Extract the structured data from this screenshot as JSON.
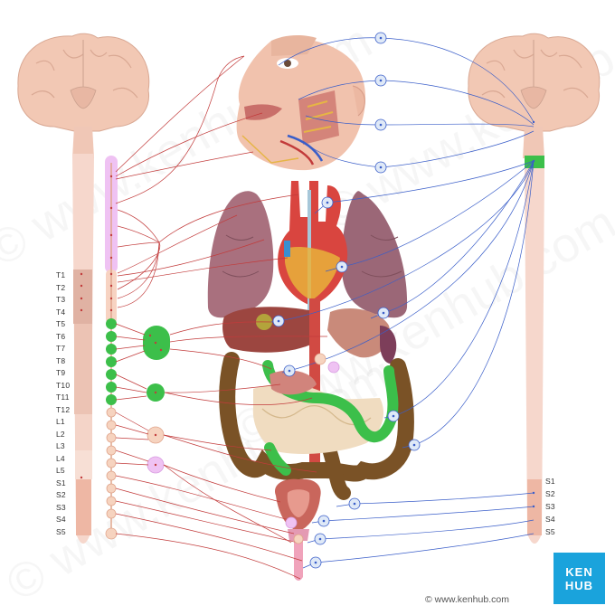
{
  "watermark": "© www.kenhub.com",
  "left_labels": [
    "T1",
    "T2",
    "T3",
    "T4",
    "T5",
    "T6",
    "T7",
    "T8",
    "T9",
    "T10",
    "T11",
    "T12",
    "L1",
    "L2",
    "L3",
    "L4",
    "L5",
    "S1",
    "S2",
    "S3",
    "S4",
    "S5"
  ],
  "right_labels": [
    "S1",
    "S2",
    "S3",
    "S4",
    "S5"
  ],
  "credit": "www.kenhub.com",
  "logo": {
    "line1": "KEN",
    "line2": "HUB"
  },
  "colors": {
    "sympathetic": "#c23b3b",
    "parasympathetic": "#3a5ec9",
    "ganglion_green": "#3cbf4a",
    "cervical_pink": "#e9b6f0",
    "lumbar_peach": "#f6d3bf",
    "brain": "#f2c8b4",
    "logo": "#1aa3dc"
  },
  "icons": {
    "brain_left": "brain-icon",
    "brain_right": "brain-icon",
    "face": "face-icon",
    "lungs": "lungs-icon",
    "heart": "heart-icon",
    "intestines": "intestines-icon",
    "bladder": "bladder-icon"
  }
}
